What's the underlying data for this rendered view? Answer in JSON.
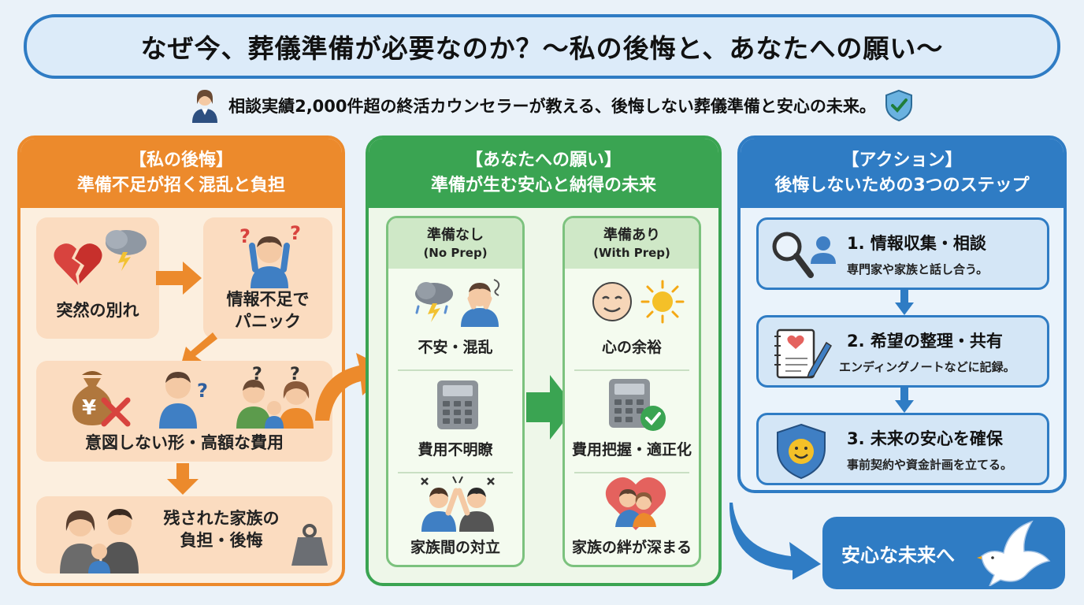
{
  "title": "なぜ今、葬儀準備が必要なのか？〜私の後悔と、あなたへの願い〜",
  "subtitle": "相談実績2,000件超の終活カウンセラーが教える、後悔しない葬儀準備と安心の未来。",
  "left": {
    "head1": "【私の後悔】",
    "head2": "準備不足が招く混乱と負担",
    "card1": "突然の別れ",
    "card2a": "情報不足で",
    "card2b": "パニック",
    "card3": "意図しない形・高額な費用",
    "card4a": "残された家族の",
    "card4b": "負担・後悔"
  },
  "middle": {
    "head1": "【あなたへの願い】",
    "head2": "準備が生む安心と納得の未来",
    "no_prep": {
      "title": "準備なし",
      "sub": "(No Prep)",
      "items": [
        "不安・混乱",
        "費用不明瞭",
        "家族間の対立"
      ]
    },
    "with_prep": {
      "title": "準備あり",
      "sub": "(With Prep)",
      "items": [
        "心の余裕",
        "費用把握・適正化",
        "家族の絆が深まる"
      ]
    }
  },
  "right": {
    "head1": "【アクション】",
    "head2": "後悔しないための3つのステップ",
    "steps": [
      {
        "title": "1. 情報収集・相談",
        "desc": "専門家や家族と話し合う。"
      },
      {
        "title": "2. 希望の整理・共有",
        "desc": "エンディングノートなどに記録。"
      },
      {
        "title": "3. 未来の安心を確保",
        "desc": "事前契約や資金計画を立てる。"
      }
    ]
  },
  "final": "安心な未来へ",
  "icons": [
    "counselor-icon",
    "shield-check-icon",
    "broken-heart-icon",
    "storm-cloud-icon",
    "confused-person-icon",
    "money-bag-icon",
    "family-icon",
    "grieving-family-icon",
    "weight-icon",
    "rain-cloud-icon",
    "calculator-icon",
    "arguing-people-icon",
    "smile-face-icon",
    "sun-icon",
    "calculator-check-icon",
    "hug-heart-icon",
    "magnifier-icon",
    "user-icon",
    "notebook-pen-icon",
    "smile-shield-icon",
    "dove-icon"
  ],
  "colors": {
    "orange": "#ec8a2c",
    "green": "#3aa452",
    "blue": "#2f7cc4"
  }
}
